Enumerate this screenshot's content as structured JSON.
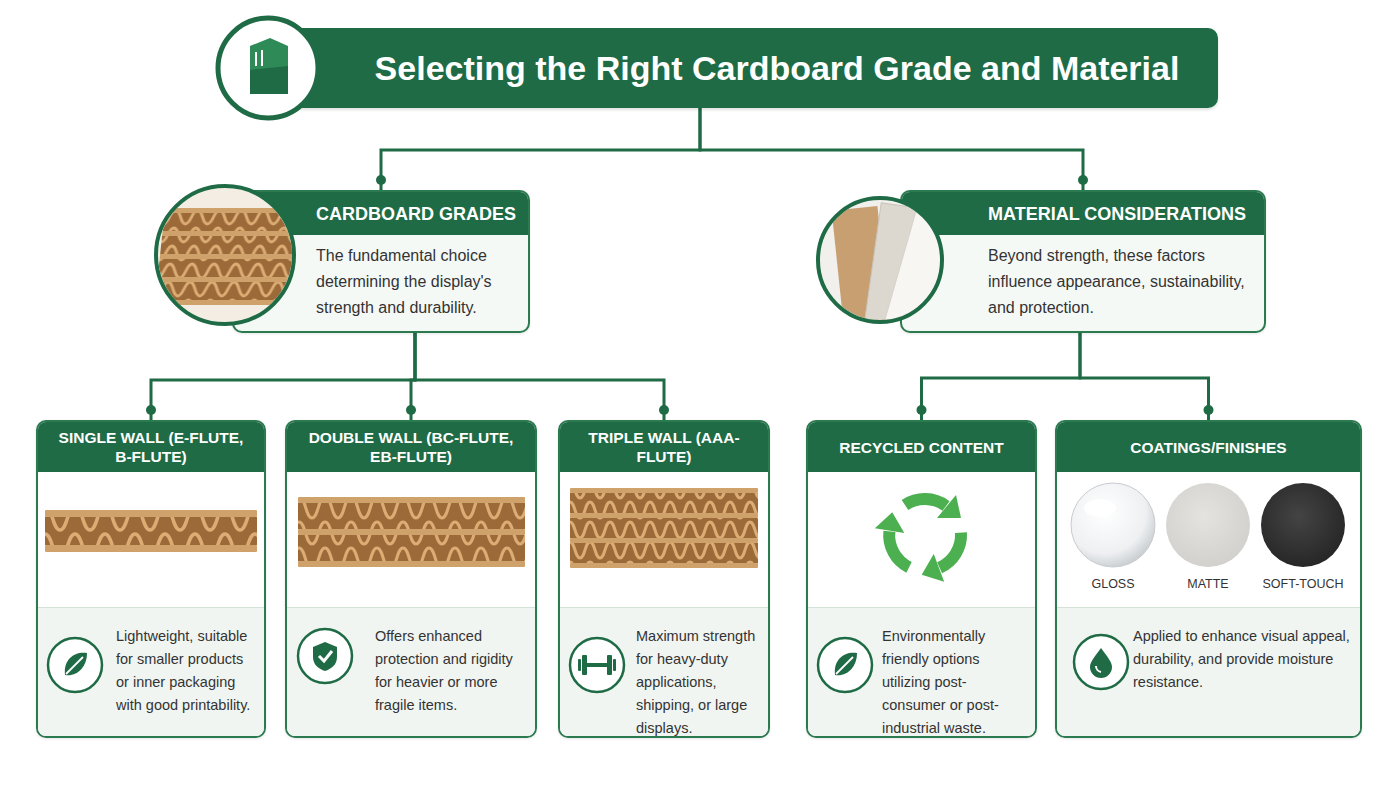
{
  "diagram": {
    "nodes": [
      {
        "text": [
          "Selecting the Right Cardboard Grade and Material"
        ]
      },
      {
        "text": [
          "CARDBOARD GRADES",
          "The fundamental choice determining the display's strength and durability."
        ]
      },
      {
        "text": [
          "MATERIAL CONSIDERATIONS",
          "Beyond strength, these factors influence appearance, sustainability, and protection."
        ]
      },
      {
        "text": [
          "SINGLE WALL (E-FLUTE, B-FLUTE)",
          "Lightweight, suitable for smaller products or inner packaging with good printability."
        ]
      },
      {
        "text": [
          "DOUBLE WALL (BC-FLUTE, EB-FLUTE)",
          "Offers enhanced protection and rigidity for heavier or more fragile items."
        ]
      },
      {
        "text": [
          "TRIPLE WALL (AAA-FLUTE)",
          "Maximum strength for heavy-duty applications, shipping, or large displays."
        ]
      },
      {
        "text": [
          "RECYCLED CONTENT",
          "Environmentally friendly options utilizing post-consumer or post-industrial waste."
        ]
      },
      {
        "text": [
          "COATINGS/FINISHES",
          "Applied to enhance visual appeal, durability, and provide moisture resistance."
        ]
      }
    ],
    "edges": [
      {
        "from": 0,
        "to": 1,
        "arrow": "none"
      },
      {
        "from": 0,
        "to": 2,
        "arrow": "none"
      },
      {
        "from": 1,
        "to": 3,
        "arrow": "none"
      },
      {
        "from": 1,
        "to": 4,
        "arrow": "none"
      },
      {
        "from": 1,
        "to": 5,
        "arrow": "none"
      },
      {
        "from": 2,
        "to": 6,
        "arrow": "none"
      },
      {
        "from": 2,
        "to": 7,
        "arrow": "none"
      }
    ],
    "labels": [
      "GLOSS",
      "MATTE",
      "SOFT-TOUCH"
    ]
  }
}
